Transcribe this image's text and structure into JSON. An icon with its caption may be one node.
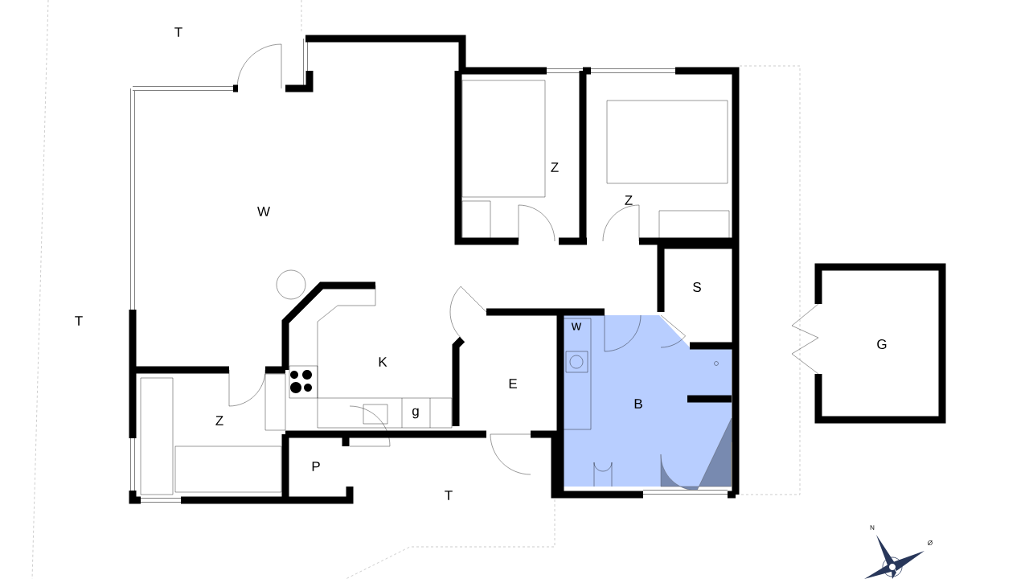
{
  "diagram": {
    "labels": [
      "T",
      "Z",
      "W",
      "Z",
      "S",
      "T",
      "w",
      "K",
      "G",
      "E",
      "B",
      "g",
      "Z",
      "P",
      "T",
      "N",
      "Ø"
    ]
  }
}
